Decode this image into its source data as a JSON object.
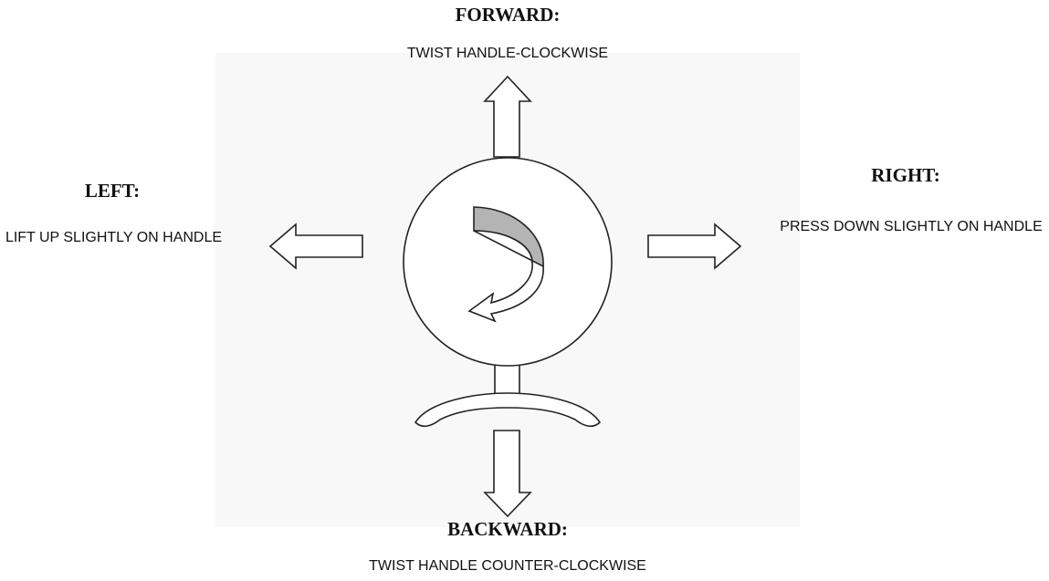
{
  "forward": {
    "heading": "FORWARD:",
    "text": "TWIST HANDLE-CLOCKWISE"
  },
  "backward": {
    "heading": "BACKWARD:",
    "text": "TWIST HANDLE COUNTER-CLOCKWISE"
  },
  "left": {
    "heading": "LEFT:",
    "text": "LIFT UP SLIGHTLY ON HANDLE"
  },
  "right": {
    "heading": "RIGHT:",
    "text": "PRESS DOWN SLIGHTLY ON HANDLE"
  },
  "colors": {
    "stroke": "#222222",
    "ribbon_fill": "#b4b4b4",
    "backdrop": "#f8f8f8"
  },
  "icons": [
    "arrow-up-icon",
    "arrow-down-icon",
    "arrow-left-icon",
    "arrow-right-icon",
    "twist-arrow-icon",
    "handle-knob-icon",
    "handle-base-icon"
  ]
}
